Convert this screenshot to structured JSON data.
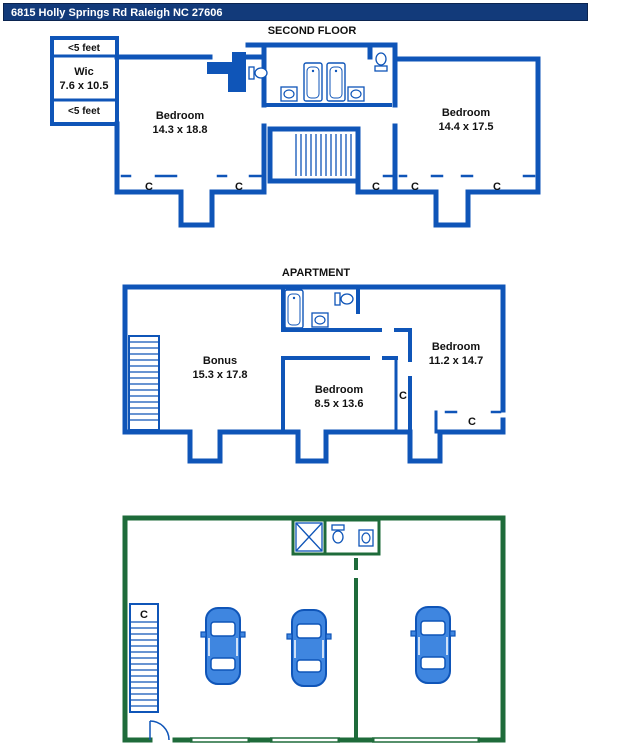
{
  "header": {
    "address": "6815 Holly Springs Rd Raleigh NC 27606"
  },
  "colors": {
    "wall_blue": "#0f55b8",
    "wall_green": "#1e6b3a",
    "header_bg": "#123a7a",
    "car_fill": "#3f86e0"
  },
  "second_floor": {
    "title": "SECOND FLOOR",
    "rooms": {
      "low_ceiling_top": "<5 feet",
      "wic_name": "Wic",
      "wic_dims": "7.6 x 10.5",
      "low_ceiling_bottom": "<5 feet",
      "bedroom_left_name": "Bedroom",
      "bedroom_left_dims": "14.3 x 18.8",
      "bedroom_right_name": "Bedroom",
      "bedroom_right_dims": "14.4 x 17.5"
    },
    "closet_labels": [
      "C",
      "C",
      "C",
      "C",
      "C"
    ]
  },
  "apartment": {
    "title": "APARTMENT",
    "rooms": {
      "bonus_name": "Bonus",
      "bonus_dims": "15.3 x 17.8",
      "bedroom_mid_name": "Bedroom",
      "bedroom_mid_dims": "8.5 x 13.6",
      "bedroom_right_name": "Bedroom",
      "bedroom_right_dims": "11.2 x 14.7"
    },
    "closet_labels": [
      "C",
      "C"
    ]
  },
  "garage": {
    "closet_label": "C",
    "car_icons": [
      "car-icon",
      "car-icon",
      "car-icon"
    ]
  }
}
